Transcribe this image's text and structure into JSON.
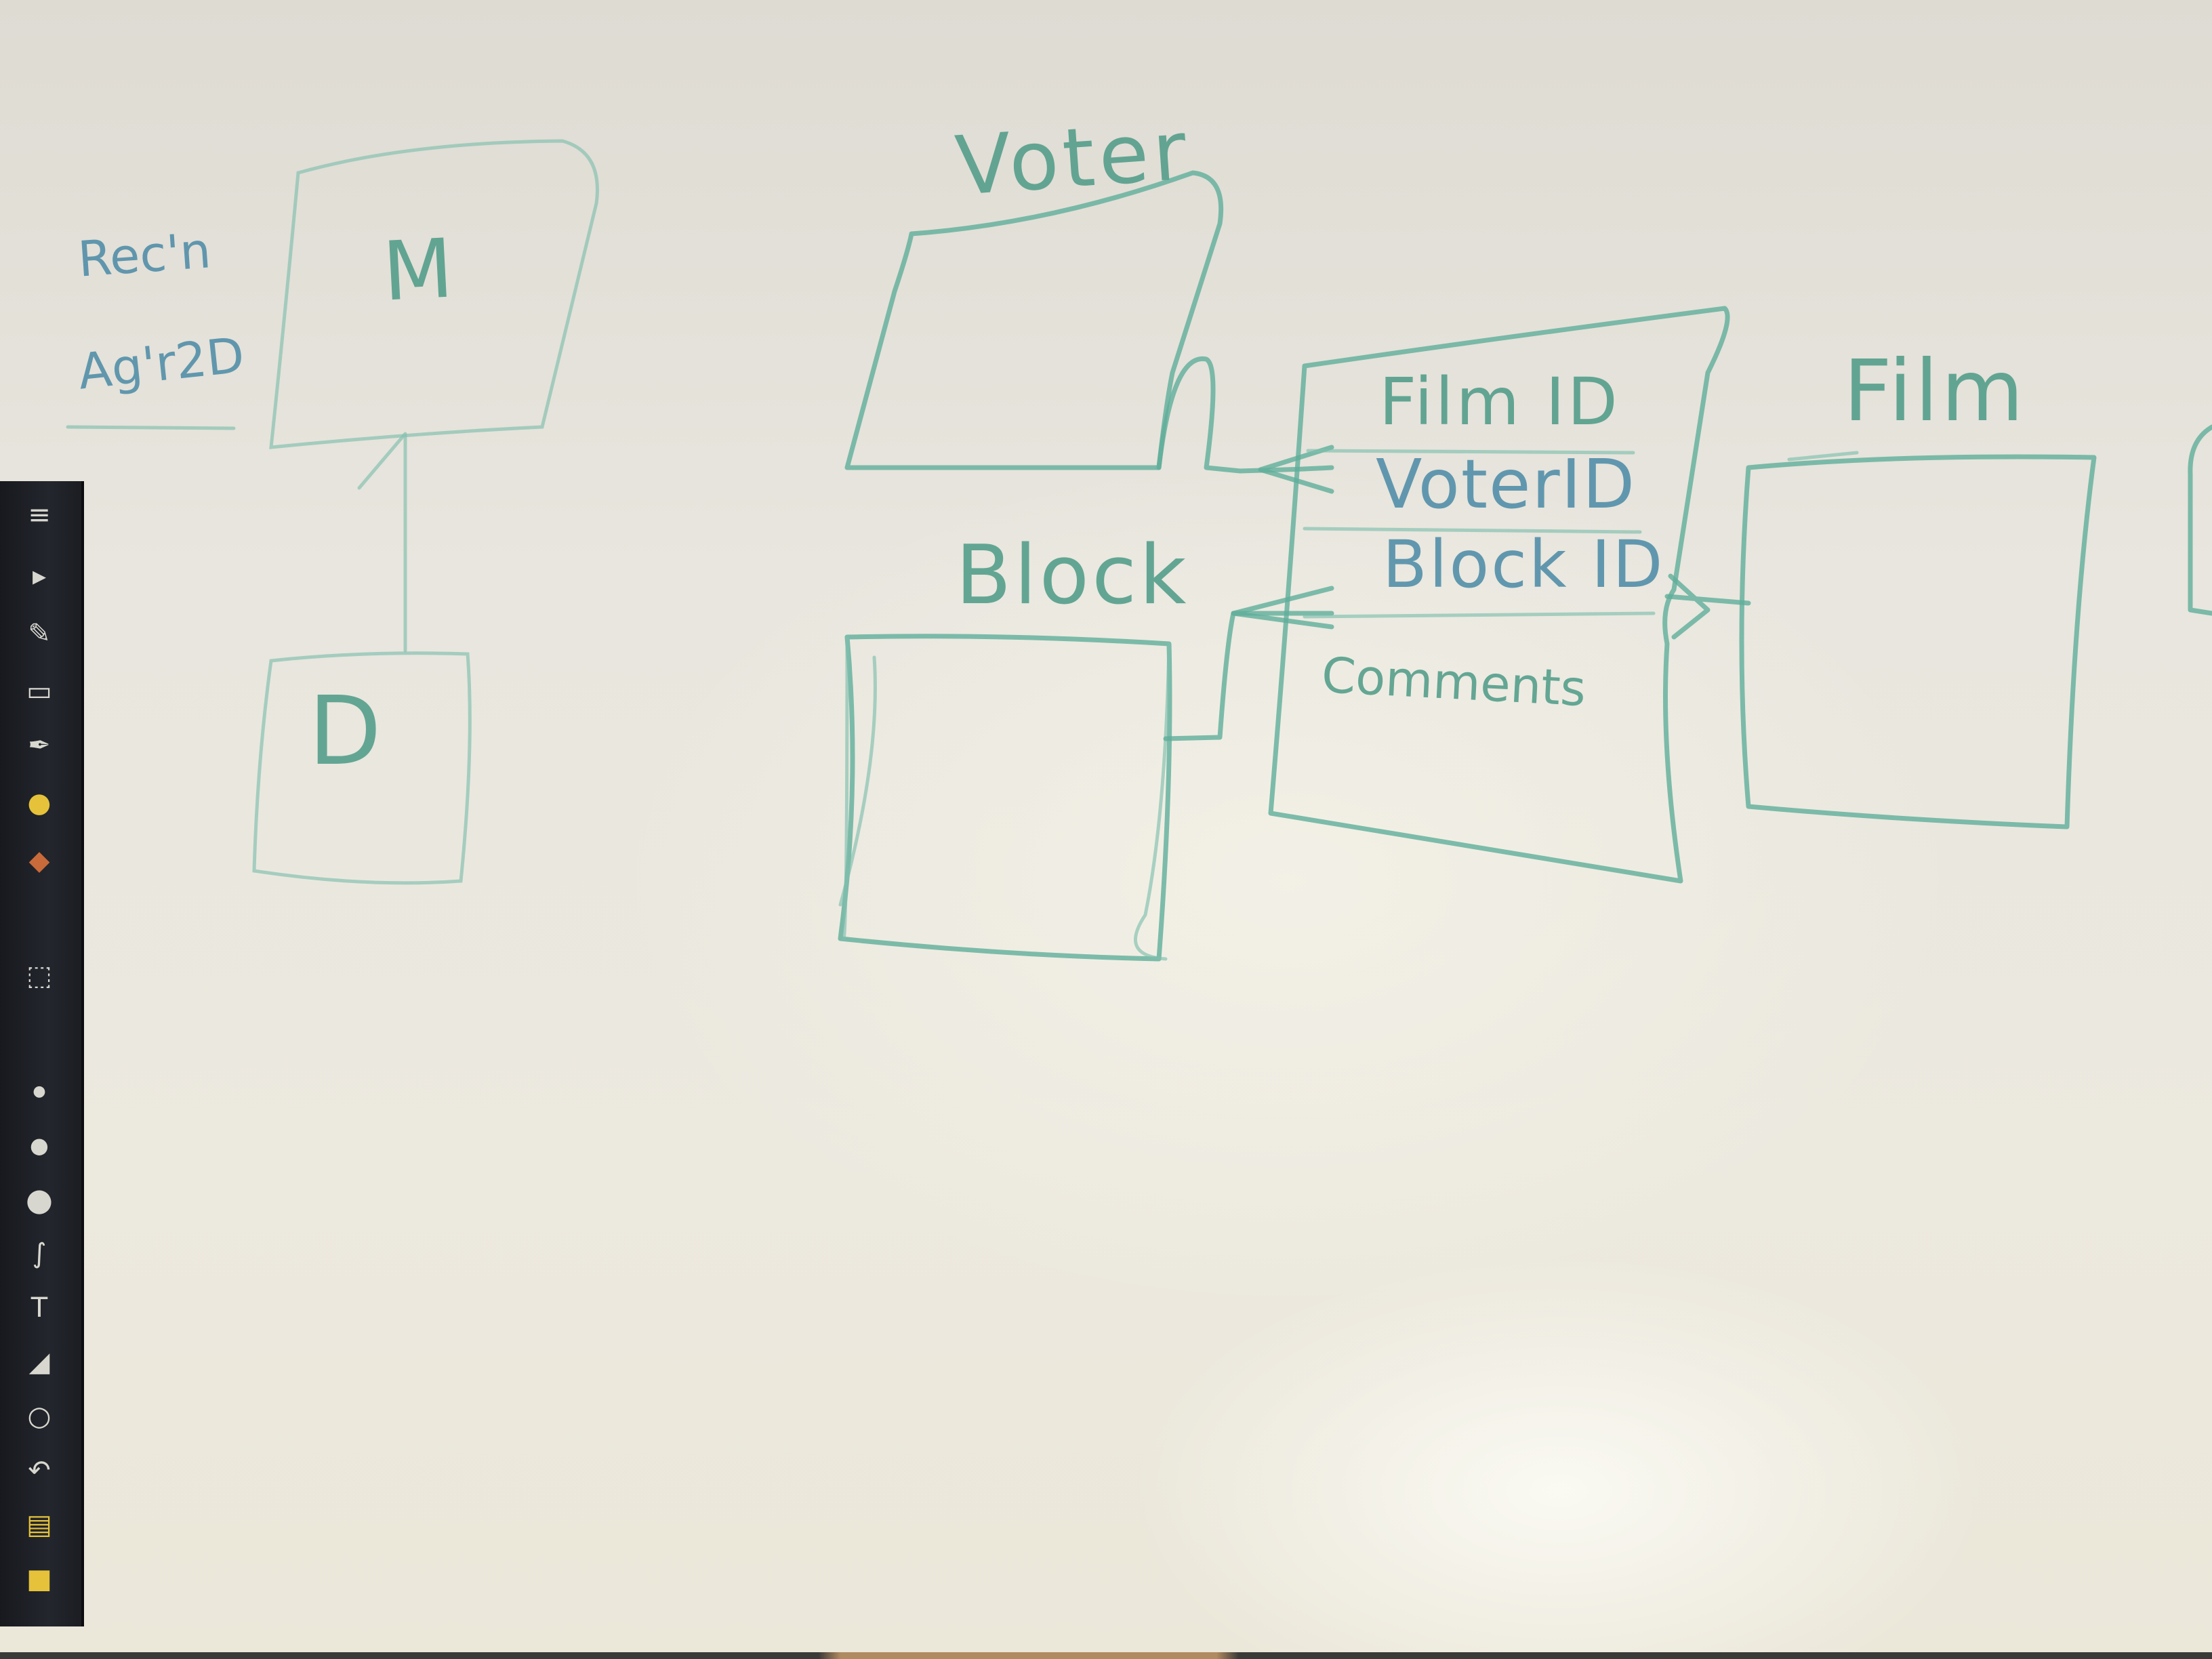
{
  "labels": {
    "m_box": "M",
    "d_box": "D",
    "side_note_1": "Rec'n",
    "side_note_2": "Ag'r2D",
    "voter": "Voter",
    "block": "Block",
    "film": "Film",
    "field_film_id": "Film ID",
    "field_voter_id": "VoterID",
    "field_block_id": "Block ID",
    "field_comments": "Comments"
  },
  "colors": {
    "ink_green": "#5fae9a",
    "ink_blue": "#5a9ab4",
    "board": "#e8e6de",
    "toolbar": "#1e2026"
  },
  "toolbar_icons": [
    "menu-icon",
    "arrow-icon",
    "pencil-icon",
    "eraser-icon",
    "pen-icon",
    "color-dot-icon",
    "brush-icon",
    "select-icon",
    "dot-small-icon",
    "dot-medium-icon",
    "dot-large-icon",
    "lasso-icon",
    "text-icon",
    "shape-icon",
    "zoom-icon",
    "undo-icon",
    "layers-icon",
    "stop-icon"
  ]
}
